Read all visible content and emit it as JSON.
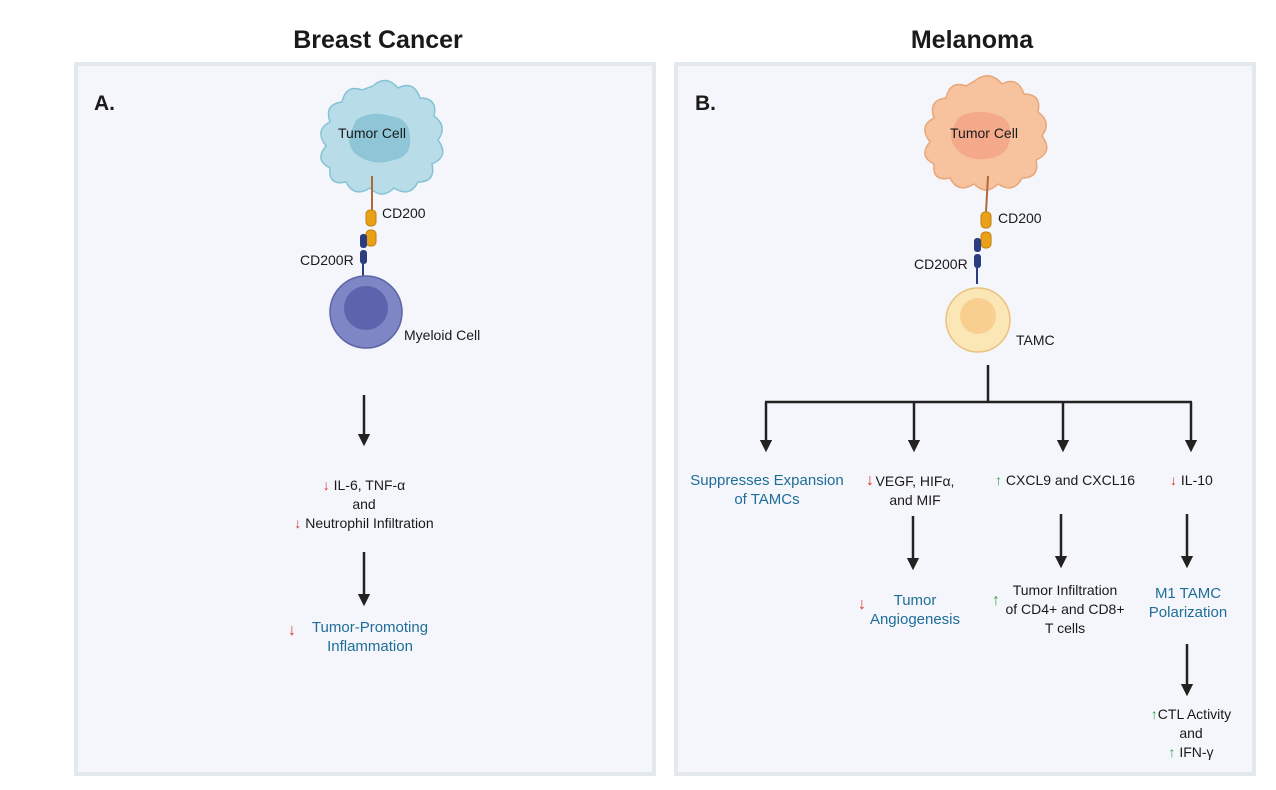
{
  "panels": {
    "left": {
      "title": "Breast Cancer",
      "letter": "A.",
      "tumor_label": "Tumor Cell",
      "ligand_label": "CD200",
      "receptor_label": "CD200R",
      "target_label": "Myeloid Cell",
      "effect": {
        "line1_arrow": "↓",
        "line1": "IL-6, TNF-α",
        "line2": "and",
        "line3_arrow": "↓",
        "line3": "Neutrophil Infiltration"
      },
      "outcome": {
        "arrow": "↓",
        "line1": "Tumor-Promoting",
        "line2": "Inflammation"
      }
    },
    "right": {
      "title": "Melanoma",
      "letter": "B.",
      "tumor_label": "Tumor Cell",
      "ligand_label": "CD200",
      "receptor_label": "CD200R",
      "target_label": "TAMC",
      "branch1": {
        "line1": "Suppresses Expansion",
        "line2": "of TAMCs"
      },
      "branch2": {
        "arrow": "↓",
        "line1": "VEGF, HIFα,",
        "line2": "and MIF",
        "outcome_arrow": "↓",
        "outcome_line1": "Tumor",
        "outcome_line2": "Angiogenesis"
      },
      "branch3": {
        "arrow": "↑",
        "line1": "CXCL9 and CXCL16",
        "outcome_arrow": "↑",
        "outcome_line1": "Tumor Infiltration",
        "outcome_line2": "of CD4+ and CD8+",
        "outcome_line3": "T cells"
      },
      "branch4": {
        "arrow": "↓",
        "line1": "IL-10",
        "outcome_line1": "M1 TAMC",
        "outcome_line2": "Polarization",
        "final_arrow1": "↑",
        "final_line1": "CTL Activity",
        "final_line2": "and",
        "final_arrow2": "↑",
        "final_line3": "IFN-γ"
      }
    }
  },
  "colors": {
    "panel_bg": "#f4f6fb",
    "panel_border": "#e3e8ee",
    "outcome_text": "#1f6d98",
    "down_arrow": "#d9362b",
    "up_arrow": "#2ea84a",
    "tumor_left": "#b8dde8",
    "tumor_right": "#f6c39e",
    "myeloid_cell": "#7f86c6",
    "tamc_cell": "#fbe7b5",
    "cd200": "#eba019",
    "cd200r": "#2a3d80"
  }
}
